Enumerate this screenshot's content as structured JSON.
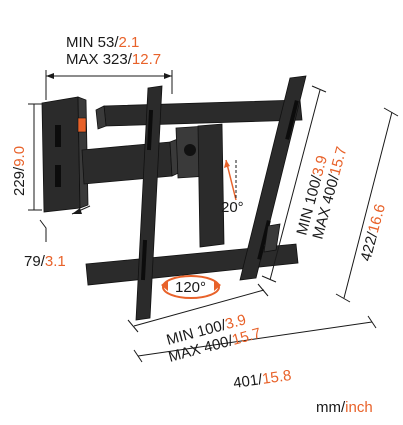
{
  "colors": {
    "metric": "#1a1a1a",
    "imperial": "#e8622a",
    "mount": "#2b2b2b"
  },
  "dimensions": {
    "depth_min": {
      "prefix": "MIN",
      "mm": "53",
      "inch": "2.1"
    },
    "depth_max": {
      "prefix": "MAX",
      "mm": "323",
      "inch": "12.7"
    },
    "wallplate_height": {
      "mm": "229",
      "inch": "9.0"
    },
    "wallplate_width": {
      "mm": "79",
      "inch": "3.1"
    },
    "vesa_vertical_min": {
      "prefix": "MIN",
      "mm": "100",
      "inch": "3.9"
    },
    "vesa_vertical_max": {
      "prefix": "MAX",
      "mm": "400",
      "inch": "15.7"
    },
    "total_height": {
      "mm": "422",
      "inch": "16.6"
    },
    "vesa_horizontal_min": {
      "prefix": "MIN",
      "mm": "100",
      "inch": "3.9"
    },
    "vesa_horizontal_max": {
      "prefix": "MAX",
      "mm": "400",
      "inch": "15.7"
    },
    "total_width": {
      "mm": "401",
      "inch": "15.8"
    }
  },
  "tilt_angle": "20°",
  "rotation_angle": "120°",
  "units": {
    "metric": "mm",
    "sep": "/",
    "imperial": "inch"
  },
  "icons": [
    "rotation-arrow-icon",
    "tilt-arrow-icon"
  ]
}
